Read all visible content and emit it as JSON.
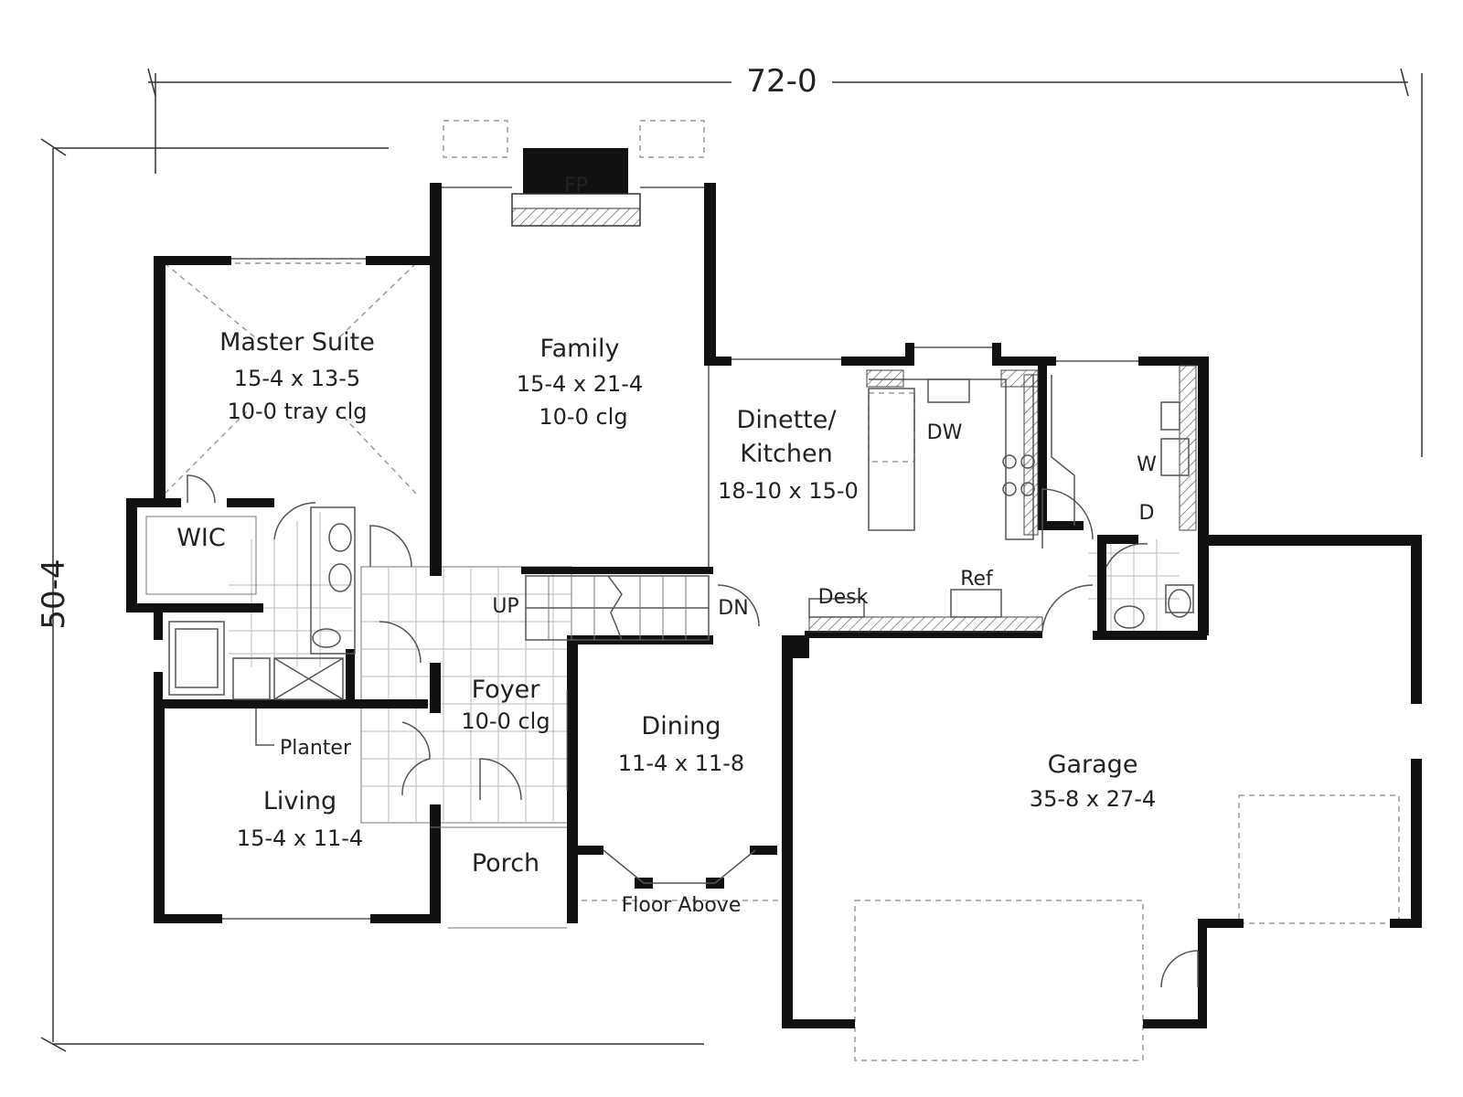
{
  "dimensions": {
    "overall_width": "72-0",
    "overall_depth": "50-4"
  },
  "rooms": {
    "master_suite": {
      "name": "Master Suite",
      "size": "15-4 x 13-5",
      "ceiling": "10-0 tray clg"
    },
    "family": {
      "name": "Family",
      "size": "15-4 x 21-4",
      "ceiling": "10-0  clg"
    },
    "dinette_kitchen": {
      "name_line1": "Dinette/",
      "name_line2": "Kitchen",
      "size": "18-10 x 15-0"
    },
    "wic": {
      "name": "WIC"
    },
    "foyer": {
      "name": "Foyer",
      "ceiling": "10-0 clg"
    },
    "dining": {
      "name": "Dining",
      "size": "11-4 x 11-8"
    },
    "living": {
      "name": "Living",
      "size": "15-4 x 11-4"
    },
    "garage": {
      "name": "Garage",
      "size": "35-8 x 27-4"
    },
    "porch": {
      "name": "Porch"
    }
  },
  "fixtures": {
    "fireplace": "FP",
    "dishwasher": "DW",
    "washer": "W",
    "dryer": "D",
    "desk": "Desk",
    "refrigerator": "Ref",
    "stair_up": "UP",
    "stair_down": "DN",
    "planter": "Planter",
    "floor_above": "Floor Above"
  },
  "colors": {
    "wall": "#111111",
    "line": "#555555",
    "background": "#ffffff"
  }
}
